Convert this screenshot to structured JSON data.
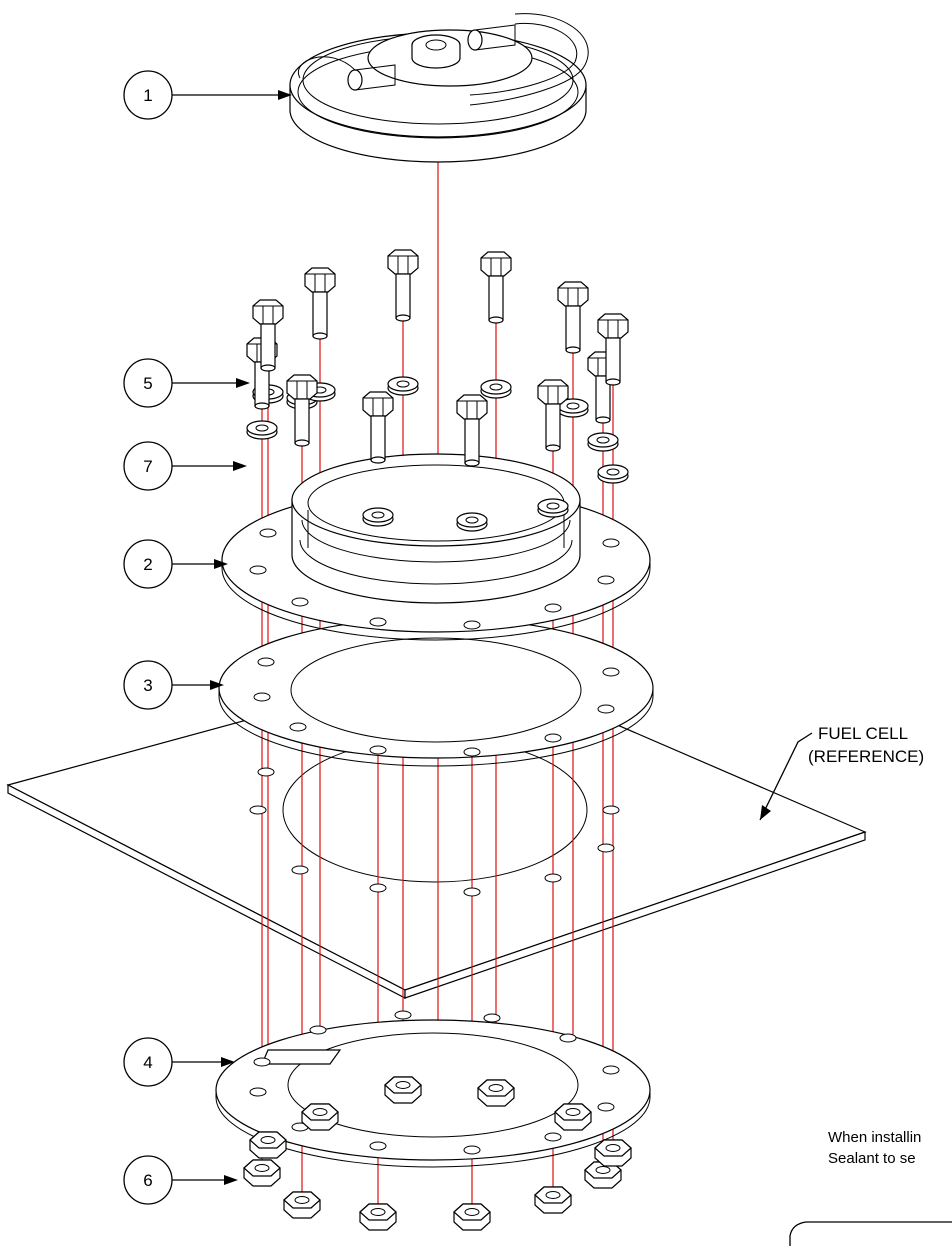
{
  "balloons": [
    {
      "label": "1"
    },
    {
      "label": "5"
    },
    {
      "label": "7"
    },
    {
      "label": "2"
    },
    {
      "label": "3"
    },
    {
      "label": "4"
    },
    {
      "label": "6"
    }
  ],
  "reference": {
    "line1": "FUEL CELL",
    "line2": "(REFERENCE)"
  },
  "note": {
    "line1": "When installin",
    "line2": "Sealant to se"
  },
  "colors": {
    "centerline": "#e01010",
    "outline": "#000000"
  }
}
